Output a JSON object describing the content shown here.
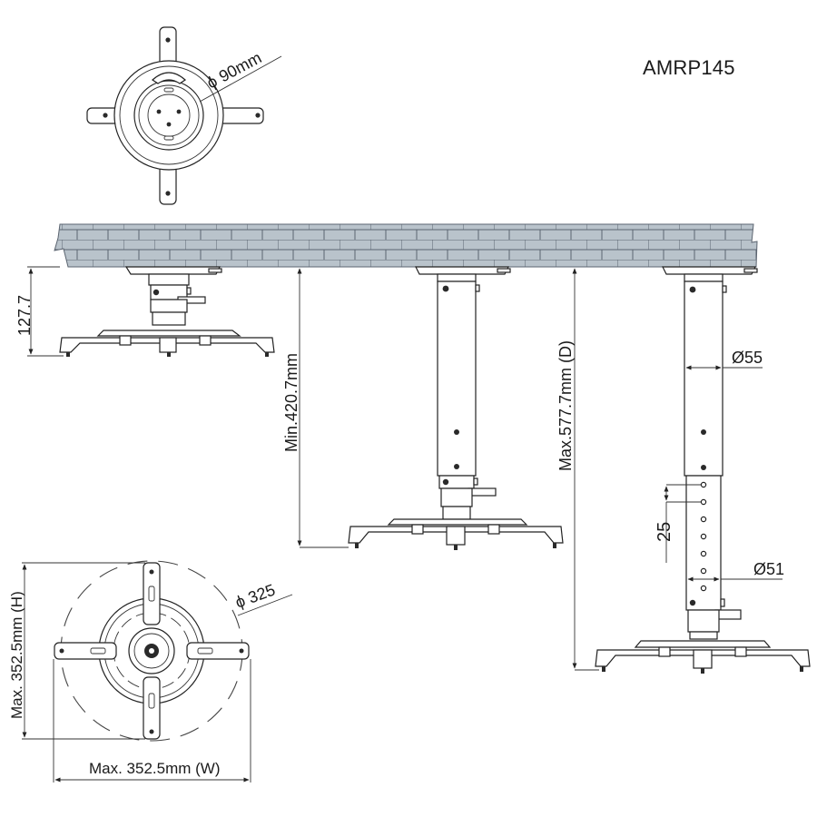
{
  "model": "AMRP145",
  "views": {
    "top_view": {
      "diameter_label": "ϕ 90mm",
      "diameter_value_mm": 90
    },
    "ceiling": {
      "texture": "brick",
      "fill_color": "#b9c3cb",
      "line_color": "#5b6470"
    },
    "side_compact": {
      "height_label": "127.7",
      "height_value_mm": 127.7
    },
    "side_min": {
      "height_label": "Min.420.7mm",
      "height_value_mm": 420.7
    },
    "side_max": {
      "height_label": "Max.577.7mm (D)",
      "height_value_mm": 577.7,
      "outer_tube_label": "Ø55",
      "outer_tube_mm": 55,
      "inner_tube_label": "Ø51",
      "inner_tube_mm": 51,
      "hole_pitch_label": "25",
      "hole_pitch_mm": 25
    },
    "bottom_view": {
      "circle_label": "ϕ 325",
      "circle_value_mm": 325,
      "height_label": "Max. 352.5mm (H)",
      "height_value_mm": 352.5,
      "width_label": "Max. 352.5mm (W)",
      "width_value_mm": 352.5
    }
  },
  "colors": {
    "line": "#2a2a2a",
    "background": "#ffffff",
    "brick": "#b9c3cb"
  }
}
